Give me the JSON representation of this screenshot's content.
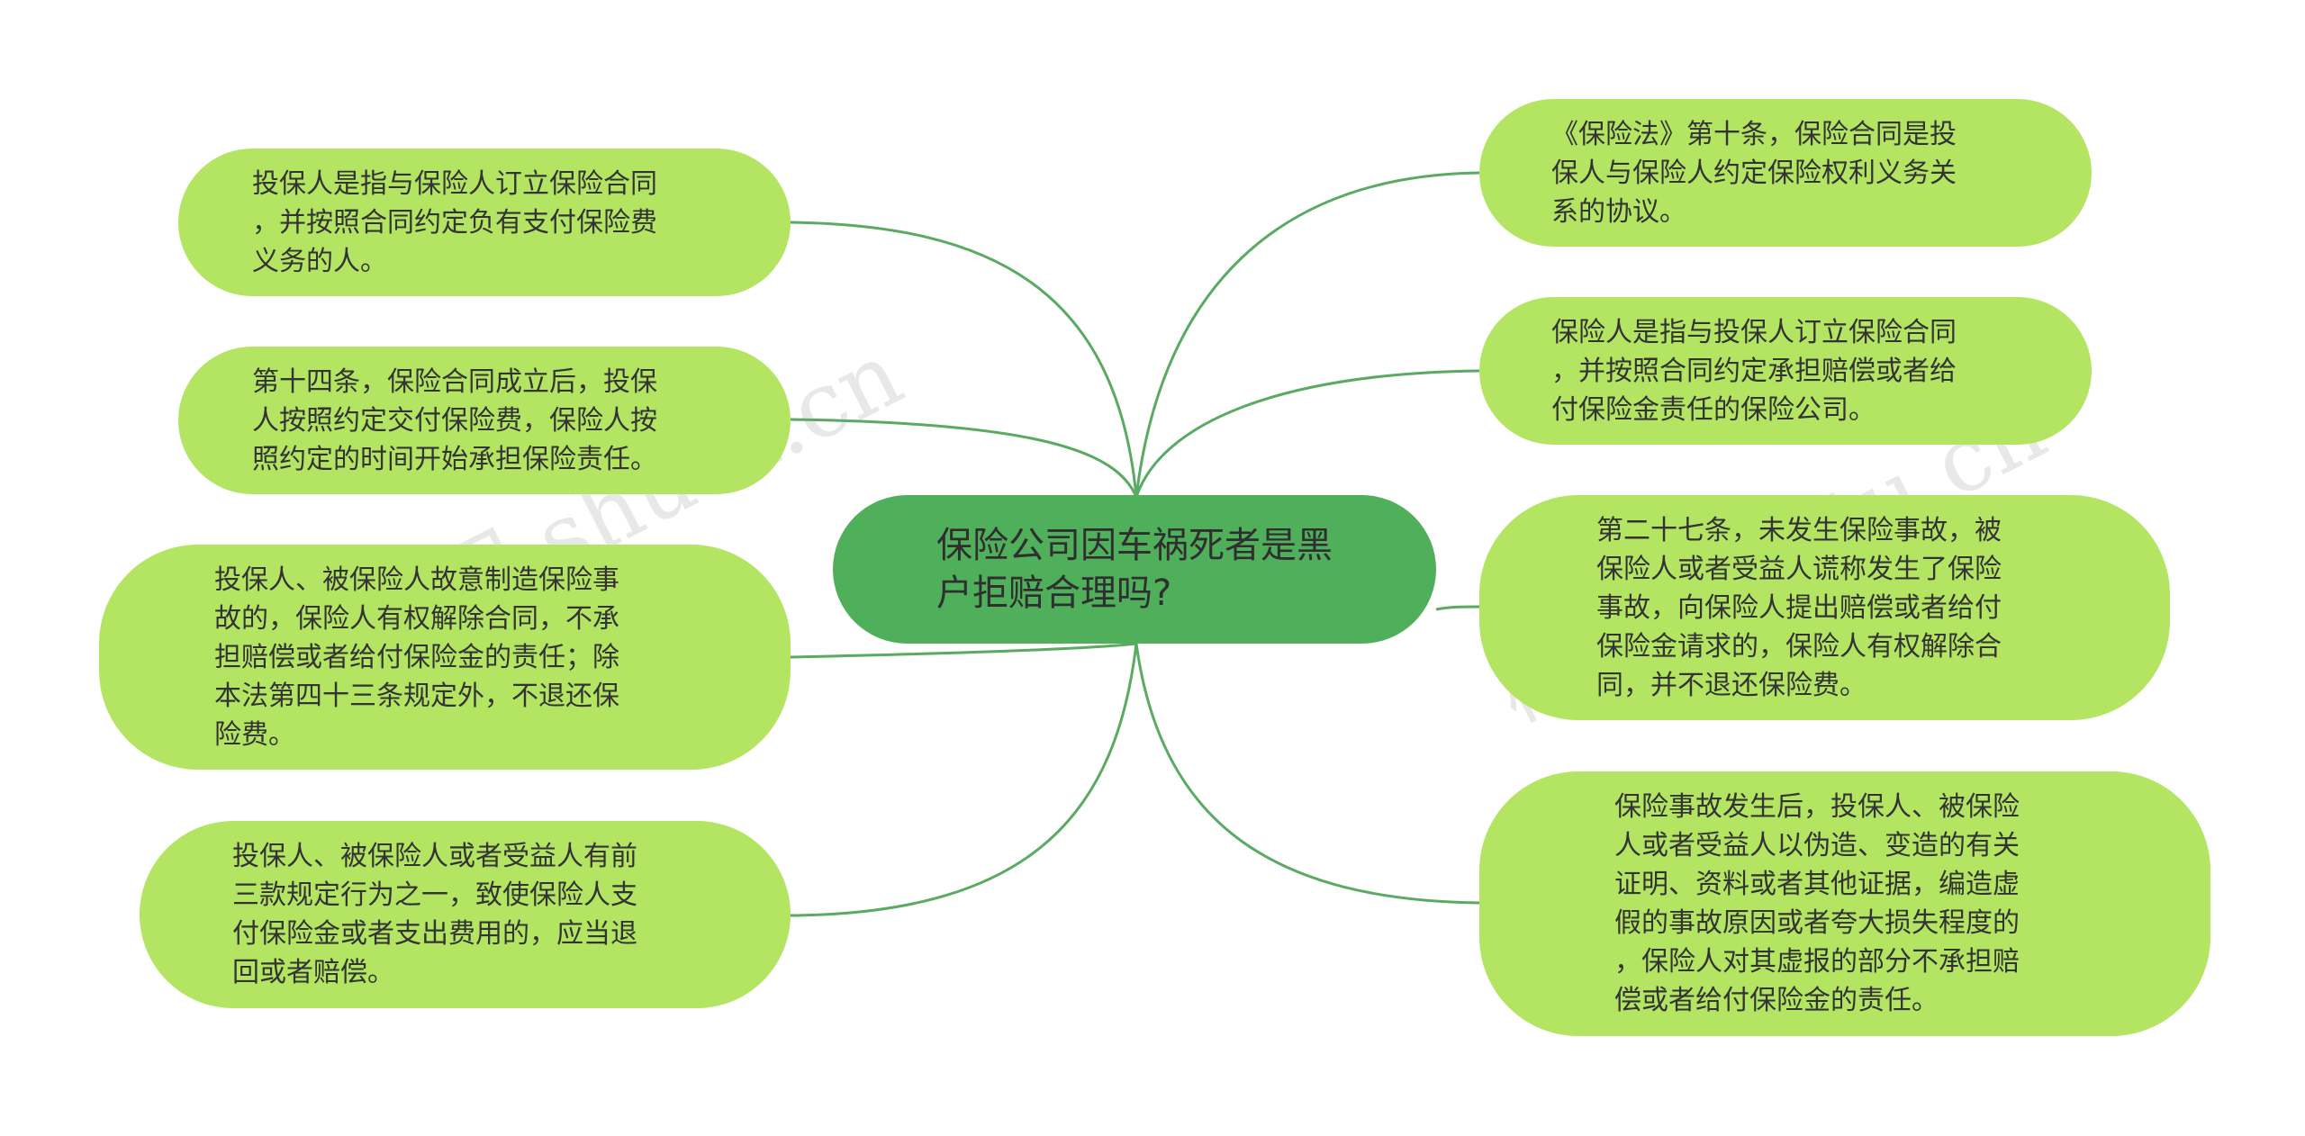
{
  "center": {
    "lines": [
      "保险公司因车祸死者是黑",
      "户拒赔合理吗?"
    ]
  },
  "nodes_left": [
    {
      "lines": [
        "投保人是指与保险人订立保险合同",
        "，并按照合同约定负有支付保险费",
        "义务的人。"
      ]
    },
    {
      "lines": [
        "第十四条，保险合同成立后，投保",
        "人按照约定交付保险费，保险人按",
        "照约定的时间开始承担保险责任。"
      ]
    },
    {
      "lines": [
        "投保人、被保险人故意制造保险事",
        "故的，保险人有权解除合同，不承",
        "担赔偿或者给付保险金的责任；除",
        "本法第四十三条规定外，不退还保",
        "险费。"
      ]
    },
    {
      "lines": [
        "投保人、被保险人或者受益人有前",
        "三款规定行为之一，致使保险人支",
        "付保险金或者支出费用的，应当退",
        "回或者赔偿。"
      ]
    }
  ],
  "nodes_right": [
    {
      "lines": [
        "《保险法》第十条，保险合同是投",
        "保人与保险人约定保险权利义务关",
        "系的协议。"
      ]
    },
    {
      "lines": [
        "保险人是指与投保人订立保险合同",
        "，并按照合同约定承担赔偿或者给",
        "付保险金责任的保险公司。"
      ]
    },
    {
      "lines": [
        "第二十七条，未发生保险事故，被",
        "保险人或者受益人谎称发生了保险",
        "事故，向保险人提出赔偿或者给付",
        "保险金请求的，保险人有权解除合",
        "同，并不退还保险费。"
      ]
    },
    {
      "lines": [
        "保险事故发生后，投保人、被保险",
        "人或者受益人以伪造、变造的有关",
        "证明、资料或者其他证据，编造虚",
        "假的事故原因或者夸大损失程度的",
        "，保险人对其虚报的部分不承担赔",
        "偿或者给付保险金的责任。"
      ]
    }
  ],
  "watermarks": [
    "树图 shutu.cn",
    "树图 shutu.cn"
  ],
  "colors": {
    "leaf": "#b3e563",
    "center": "#4faf5a",
    "edge": "#5aaa64",
    "text": "#333333"
  }
}
